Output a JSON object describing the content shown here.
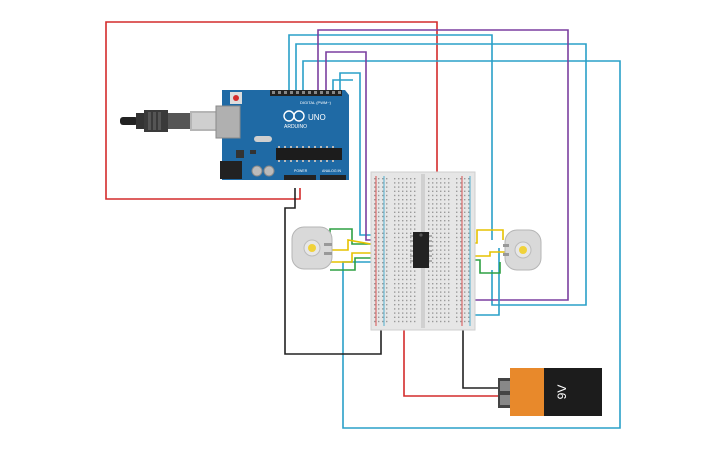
{
  "arduino": {
    "logo_text": "ARDUINO",
    "model": "UNO",
    "digital_label": "DIGITAL (PWM~)",
    "power_label": "POWER",
    "analog_label": "ANALOG IN"
  },
  "battery": {
    "label": "9V"
  },
  "colors": {
    "wire_red": "#d42b2b",
    "wire_blue": "#2aa0c8",
    "wire_purple": "#7b3fa0",
    "wire_green": "#2ea043",
    "wire_yellow": "#e6c200",
    "wire_black": "#222222",
    "board_blue": "#1f6aa5",
    "breadboard": "#e6e6e6",
    "battery_orange": "#e8892b",
    "battery_black": "#1c1c1c"
  },
  "icons": {
    "usb": "usb-cable-icon",
    "motor_left": "dc-motor-icon",
    "motor_right": "dc-motor-icon",
    "ic": "motor-driver-ic-icon",
    "battery": "9v-battery-icon"
  }
}
